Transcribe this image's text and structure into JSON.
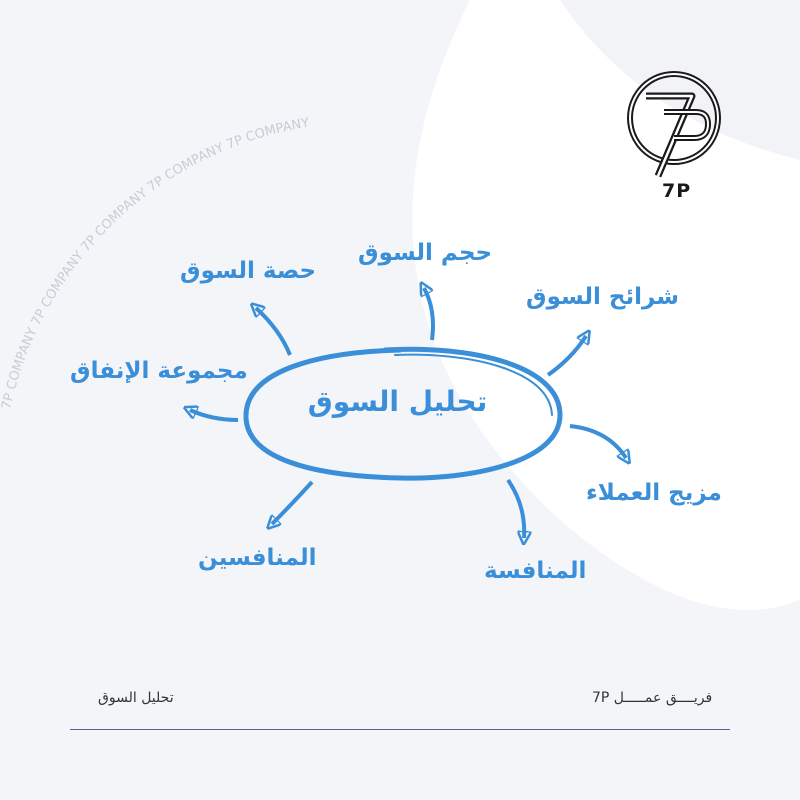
{
  "brand": {
    "logo_text": "7P",
    "watermark": "7P COMPANY  7P COMPANY  7P COMPANY  7P COMPANY  7P COMPANY",
    "accent": "#3a8fd8"
  },
  "diagram": {
    "center": "تحليل السوق",
    "nodes": {
      "market_size": "حجم السوق",
      "market_share": "حصة السوق",
      "market_segments": "شرائح السوق",
      "spending_group": "مجموعة الإنفاق",
      "customer_mix": "مزيج العملاء",
      "competitors": "المنافسين",
      "competition": "المنافسة"
    }
  },
  "footer": {
    "team": "فريــــق عمـــــل 7P",
    "title": "تحليل السوق"
  }
}
